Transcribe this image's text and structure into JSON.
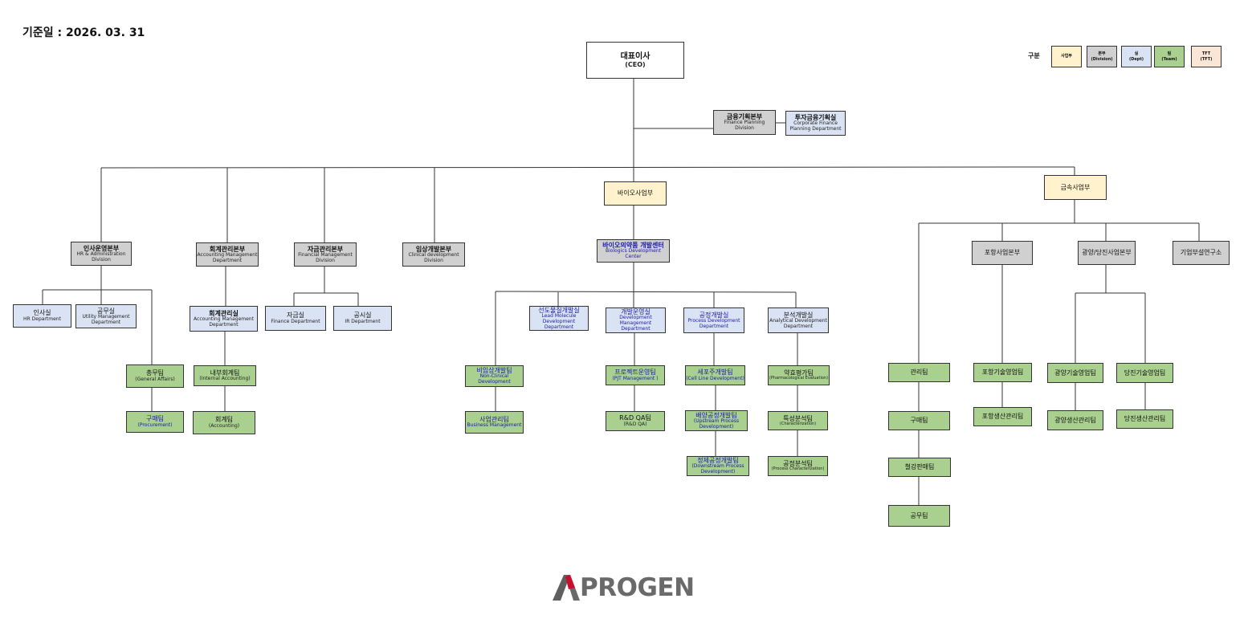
{
  "date_label": "기준일 : 2026. 03. 31",
  "legend": {
    "title": "구분",
    "items": [
      {
        "ko": "사업부",
        "en": ""
      },
      {
        "ko": "본부",
        "en": "(Division)"
      },
      {
        "ko": "실",
        "en": "(Dept)"
      },
      {
        "ko": "팀",
        "en": "(Team)"
      },
      {
        "ko": "TFT",
        "en": "(TFT)"
      }
    ]
  },
  "nodes": {
    "ceo": {
      "ko": "대표이사",
      "en": "(CEO)"
    },
    "finance_planning": {
      "ko": "금융기획본부",
      "en": "Finance Planning Division"
    },
    "corporate_finance": {
      "ko": "투자금융기획실",
      "en": "Corporate Finance Planning Department"
    },
    "bio_biz": {
      "ko": "바이오사업부",
      "en": ""
    },
    "metal_biz": {
      "ko": "금속사업부",
      "en": ""
    },
    "hr_admin": {
      "ko": "인사운영본부",
      "en": "HR & Administration Division"
    },
    "accounting_mgmt": {
      "ko": "회계관리본부",
      "en": "Accounting Management Department"
    },
    "financial_mgmt": {
      "ko": "자금관리본부",
      "en": "Financial Management Division"
    },
    "clinical": {
      "ko": "임상개발본부",
      "en": "Clinical development Division"
    },
    "biologics_center": {
      "ko": "바이오의약품 개발센터",
      "en": "Biologics Development Center"
    },
    "pohang_div": {
      "ko": "포항사업본부",
      "en": ""
    },
    "gwangyang_div": {
      "ko": "광양/당진사업본부",
      "en": ""
    },
    "research_lab": {
      "ko": "기업부설연구소",
      "en": ""
    },
    "hr_dept": {
      "ko": "인사실",
      "en": "HR Department"
    },
    "utility_dept": {
      "ko": "공무실",
      "en": "Utility Management Department"
    },
    "accounting_dept": {
      "ko": "회계관리실",
      "en": "Accounting Management Department"
    },
    "finance_dept": {
      "ko": "자금실",
      "en": "Finance Department"
    },
    "ir_dept": {
      "ko": "공시실",
      "en": "IR Department"
    },
    "lead_molecule": {
      "ko": "선도물질개발실",
      "en": "Lead Molecule Development Department"
    },
    "dev_mgmt": {
      "ko": "개발운영실",
      "en": "Development Management Department"
    },
    "process_dev": {
      "ko": "공정개발실",
      "en": "Process Development Department"
    },
    "analytical_dev": {
      "ko": "분석개발실",
      "en": "Analytical Development Department"
    },
    "general_affairs": {
      "ko": "총무팀",
      "en": "(General Affairs)"
    },
    "procurement": {
      "ko": "구매팀",
      "en": "(Procurement)"
    },
    "internal_accounting": {
      "ko": "내부회계팀",
      "en": "(Internal Accounting)"
    },
    "accounting_team": {
      "ko": "회계팀",
      "en": "(Accounting)"
    },
    "nonclinical": {
      "ko": "비임상개발팀",
      "en": "Non-Clinical Development"
    },
    "business_mgmt": {
      "ko": "사업관리팀",
      "en": "Business Management"
    },
    "pjt_mgmt": {
      "ko": "프로젝트운영팀",
      "en": "(PJT Management )"
    },
    "rnd_qa": {
      "ko": "R&D QA팀",
      "en": "(R&D QA)"
    },
    "cell_line": {
      "ko": "세포주개발팀",
      "en": "(Cell Line Development)"
    },
    "upstream": {
      "ko": "배양공정개발팀",
      "en": "(Upstream Process Development)"
    },
    "downstream": {
      "ko": "정제공정개발팀",
      "en": "(Downstream Process Development)"
    },
    "pharmacological": {
      "ko": "약효평가팀",
      "en": "(Pharmacological Evaluation)"
    },
    "characterization": {
      "ko": "특성분석팀",
      "en": "(Characterization)"
    },
    "process_char": {
      "ko": "공정분석팀",
      "en": "(Process Characterization)"
    },
    "mgmt_team": {
      "ko": "관리팀",
      "en": ""
    },
    "purchase_team": {
      "ko": "구매팀",
      "en": ""
    },
    "steel_sales": {
      "ko": "철강판매팀",
      "en": ""
    },
    "utility_team": {
      "ko": "공무팀",
      "en": ""
    },
    "pohang_tech_sales": {
      "ko": "포항기술영업팀",
      "en": ""
    },
    "pohang_prod": {
      "ko": "포항생산관리팀",
      "en": ""
    },
    "gwangyang_tech_sales": {
      "ko": "광양기술영업팀",
      "en": ""
    },
    "gwangyang_prod": {
      "ko": "광양생산관리팀",
      "en": ""
    },
    "dangjin_tech_sales": {
      "ko": "당진기술영업팀",
      "en": ""
    },
    "dangjin_prod": {
      "ko": "당진생산관리팀",
      "en": ""
    }
  },
  "logo": {
    "word": "PROGEN"
  },
  "colors": {
    "sa": "#fff2cc",
    "bb": "#d0d0d0",
    "sil": "#dae3f3",
    "team": "#a9d08e",
    "tft": "#fbe5d6"
  }
}
